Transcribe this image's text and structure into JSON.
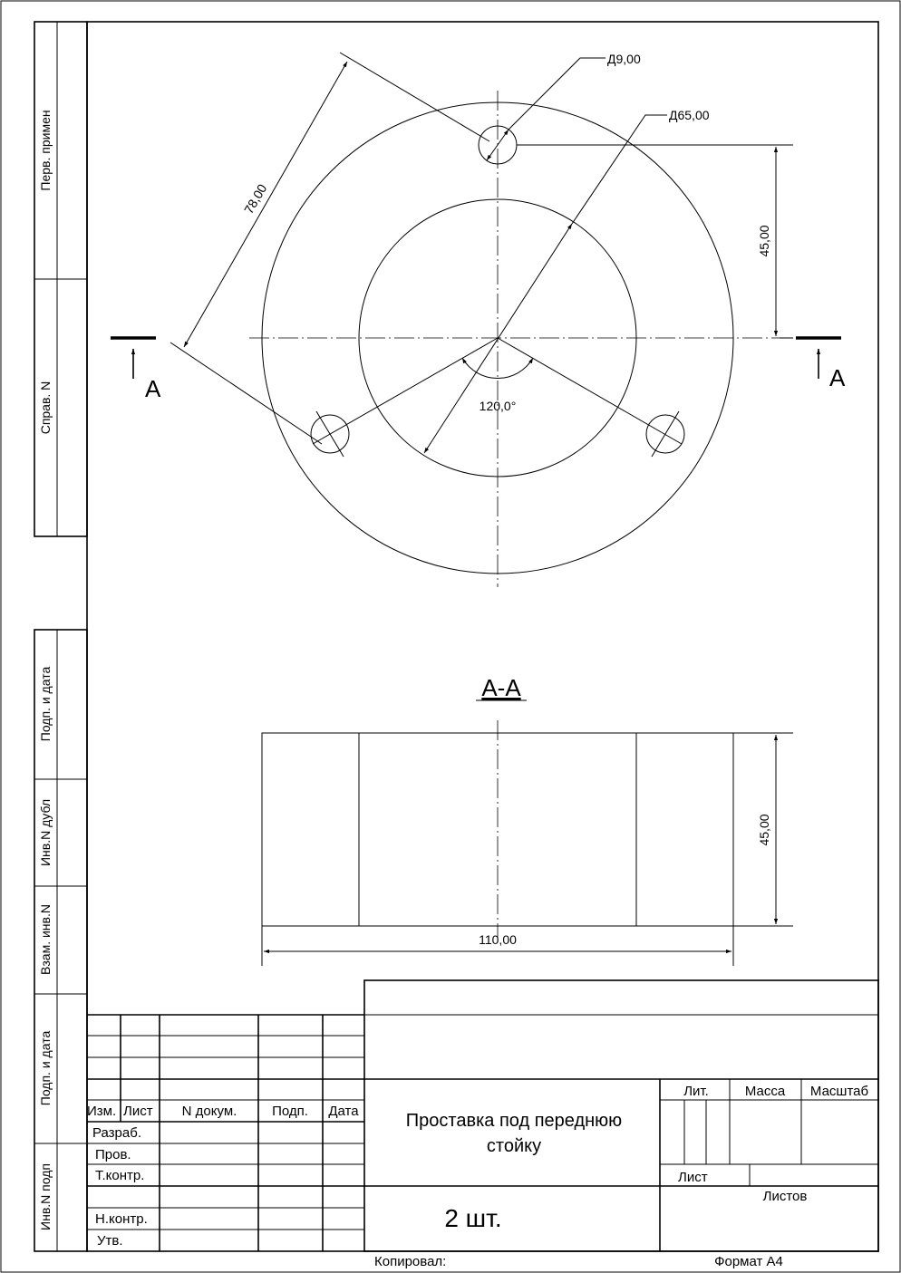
{
  "side_strip": {
    "perv_primen": "Перв. примен",
    "sprav_n": "Справ. N",
    "podp_data_1": "Подп. и дата",
    "inv_dubl": "Инв.N дубл",
    "vzam_inv": "Взам. инв.N",
    "podp_data_2": "Подп. и дата",
    "inv_podp": "Инв.N подп"
  },
  "drawing": {
    "dim_hole": "Д9,00",
    "dim_inner": "Д65,00",
    "dim_pcd": "78,00",
    "dim_offset": "45,00",
    "dim_angle": "120,0°",
    "section_mark": "А",
    "section_title": "А-А",
    "dim_height": "45,00",
    "dim_width": "110,00"
  },
  "title_block": {
    "col_izm": "Изм.",
    "col_list": "Лист",
    "col_ndokum": "N докум.",
    "col_podp": "Подп.",
    "col_data": "Дата",
    "razrab": "Разраб.",
    "prov": "Пров.",
    "tkontr": "Т.контр.",
    "nkontr": "Н.контр.",
    "utv": "Утв.",
    "name_line1": "Проставка под переднюю",
    "name_line2": "стойку",
    "quantity": "2 шт.",
    "lit": "Лит.",
    "massa": "Масса",
    "masshtab": "Масштаб",
    "list": "Лист",
    "listov": "Листов",
    "kopiroval": "Копировал:",
    "format": "Формат А4"
  }
}
